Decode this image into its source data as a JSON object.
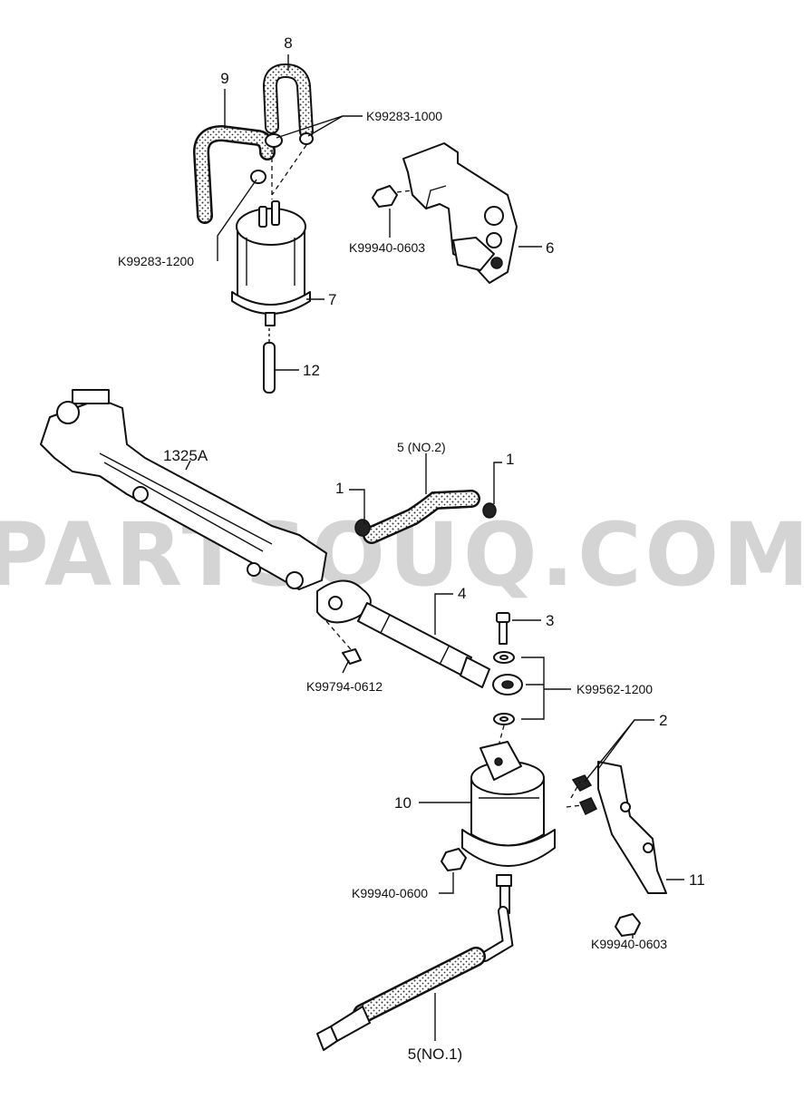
{
  "watermark": "PARTSOUQ.COM",
  "labels": {
    "p1a": "1",
    "p1b": "1",
    "p2": "2",
    "p3": "3",
    "p4": "4",
    "p5no1": "5(NO.1)",
    "p5no2": "5 (NO.2)",
    "p6": "6",
    "p7": "7",
    "p8": "8",
    "p9": "9",
    "p10": "10",
    "p11": "11",
    "p12": "12",
    "p1325a": "1325A"
  },
  "codes": {
    "k1000": "K99283-1000",
    "k1200": "K99283-1200",
    "k0603_top": "K99940-0603",
    "k0612": "K99794-0612",
    "k1200_washer": "K99562-1200",
    "k0600": "K99940-0600",
    "k0603_bottom": "K99940-0603"
  },
  "colors": {
    "ink": "#111111",
    "watermark": "#d4d4d4",
    "background": "#ffffff"
  }
}
